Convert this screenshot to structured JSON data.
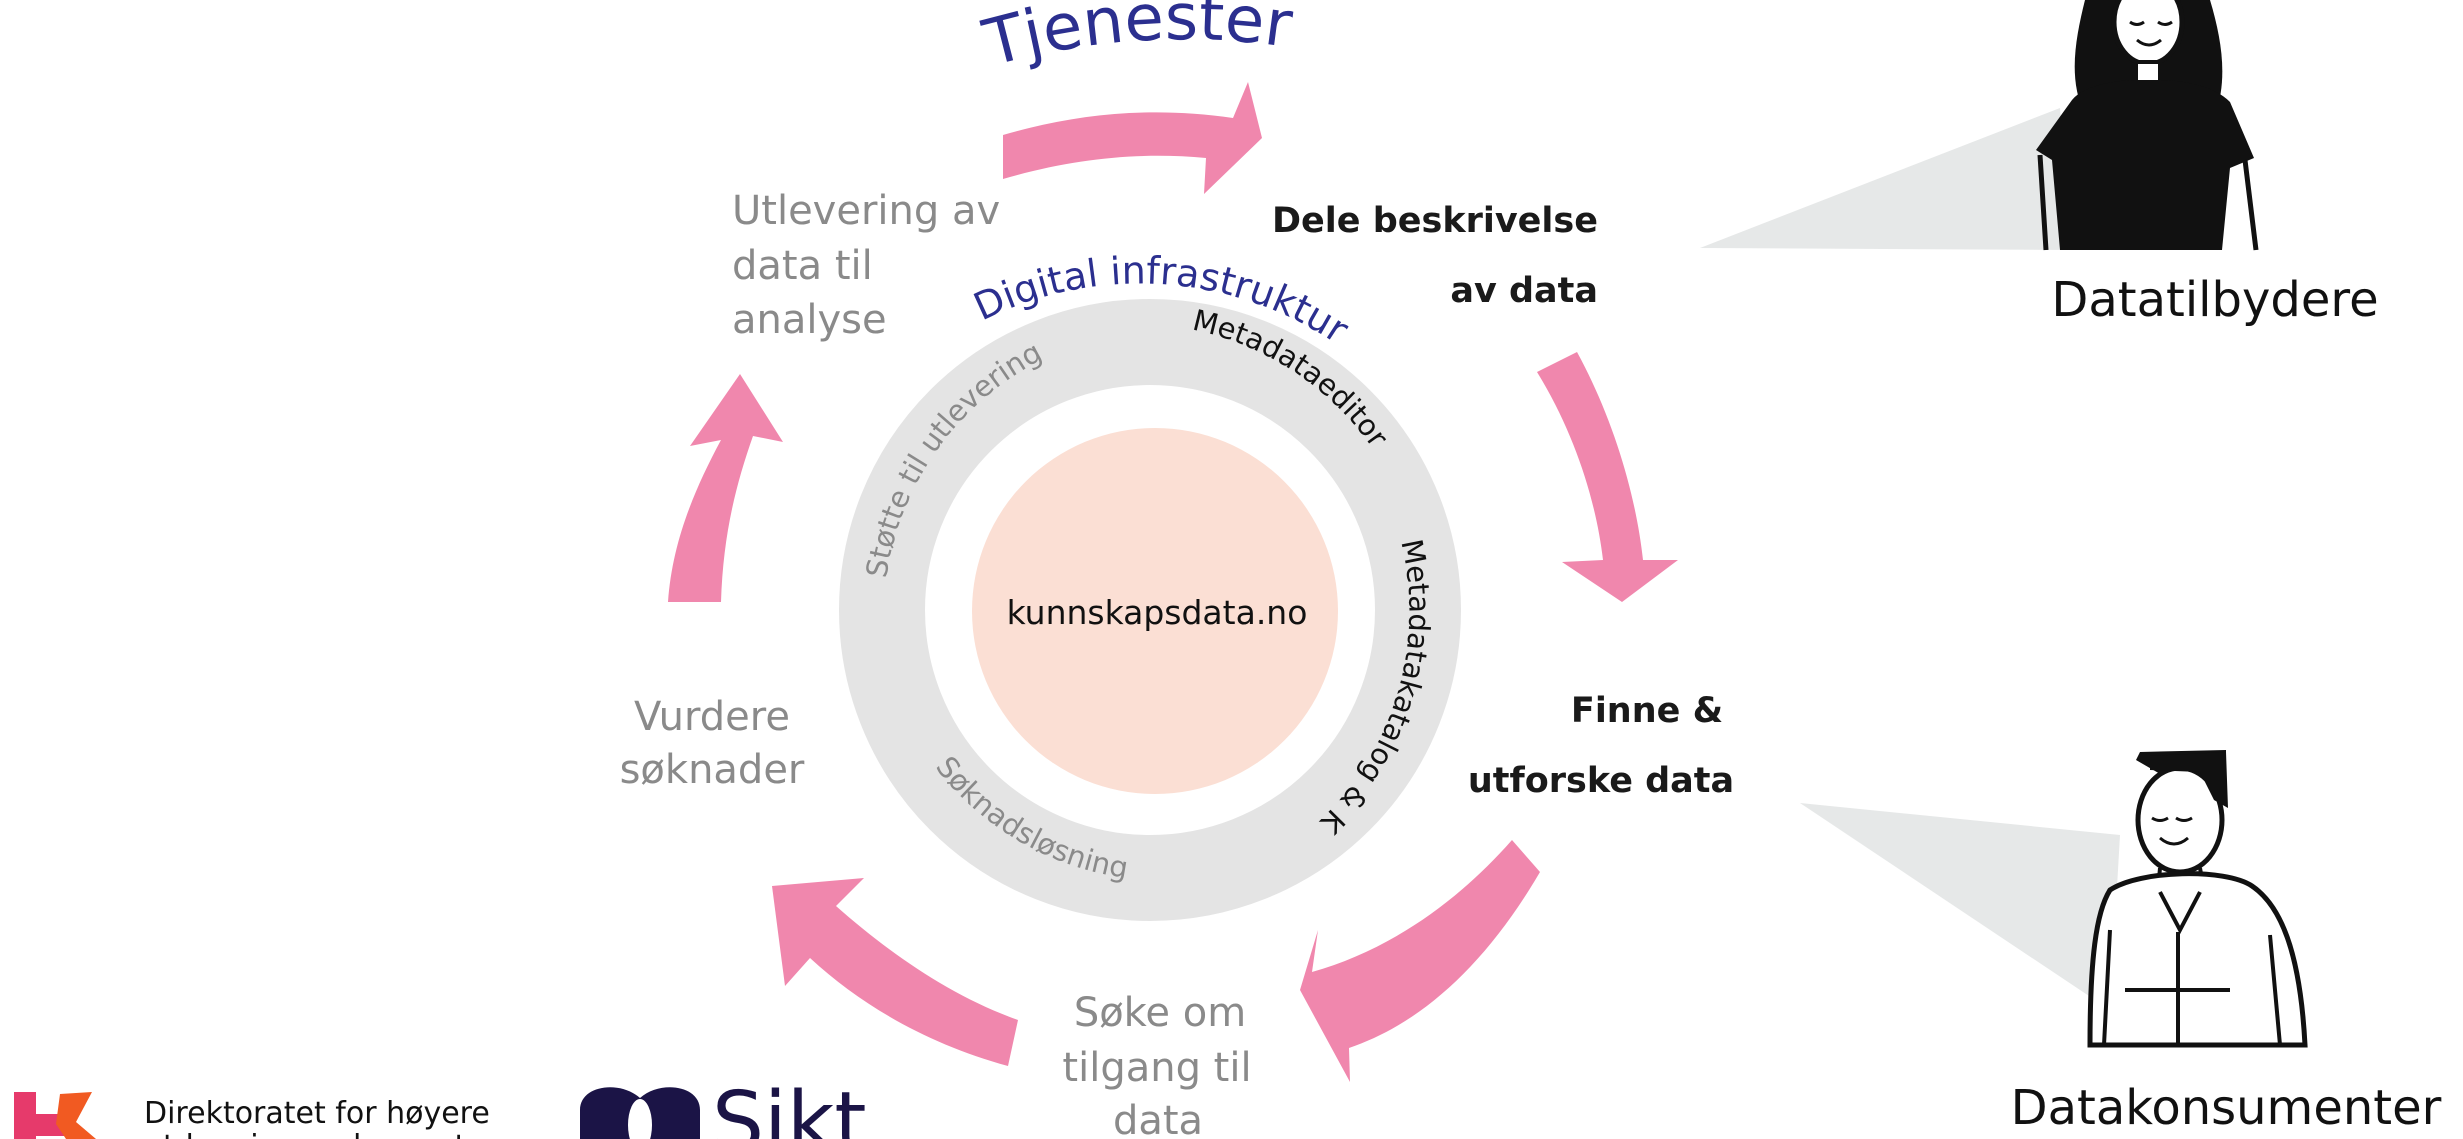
{
  "title_services": "Tjenester",
  "title_infrastructure": "Digital infrastruktur",
  "center_label": "kunnskapsdata.no",
  "ring_segments": {
    "metadata_editor": "Metadataeditor",
    "metadata_catalog": "Metadatakatalog & KI",
    "application": "Søknadsløsning",
    "delivery_support": "Støtte til utlevering"
  },
  "steps": {
    "share_line1": "Dele beskrivelse",
    "share_line2": "av data",
    "find_line1": "Finne &",
    "find_line2": "utforske data",
    "apply_line1": "Søke om",
    "apply_line2": "tilgang til",
    "apply_line3": "data",
    "assess_line1": "Vurdere",
    "assess_line2": "søknader",
    "deliver_line1": "Utlevering av",
    "deliver_line2": "data til",
    "deliver_line3": "analyse"
  },
  "roles": {
    "providers": "Datatilbydere",
    "consumers": "Datakonsumenter"
  },
  "logos": {
    "hkdir_line1": "Direktoratet for høyere",
    "hkdir_line2": "utdanning og kompetanse",
    "sikt": "Sikt"
  },
  "colors": {
    "arrow": "#f087ad",
    "ring": "#e4e4e4",
    "center": "#fbdfd4",
    "title_blue": "#2b2f8f",
    "grey_text": "#8a8a8a",
    "hkdir_orange": "#f15a22",
    "hkdir_pink": "#e63a6b",
    "sikt_navy": "#1b1446"
  }
}
